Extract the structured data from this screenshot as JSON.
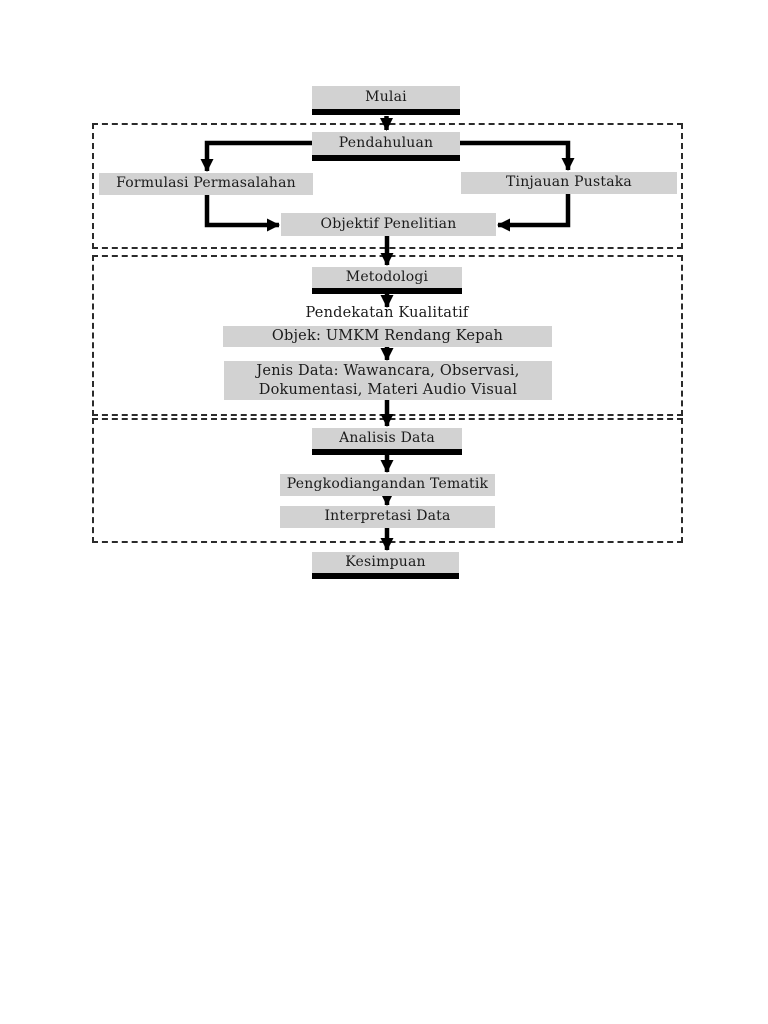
{
  "diagram": {
    "type": "flowchart",
    "language": "Indonesian",
    "nodes": {
      "mulai": {
        "label": "Mulai",
        "kind": "stage"
      },
      "pendahuluan": {
        "label": "Pendahuluan",
        "kind": "stage"
      },
      "formulasi": {
        "label": "Formulasi Permasalahan",
        "kind": "process"
      },
      "tinjauan": {
        "label": "Tinjauan Pustaka",
        "kind": "process"
      },
      "objektif": {
        "label": "Objektif Penelitian",
        "kind": "process"
      },
      "metodologi": {
        "label": "Metodologi",
        "kind": "stage"
      },
      "pendekatan": {
        "label": "Pendekatan Kualitatif",
        "kind": "text"
      },
      "objek": {
        "label": "Objek: UMKM Rendang Kepah",
        "kind": "process"
      },
      "jenis_data": {
        "label": "Jenis Data: Wawancara, Observasi, Dokumentasi, Materi Audio Visual",
        "lines": [
          "Jenis Data: Wawancara, Observasi,",
          "Dokumentasi, Materi Audio Visual"
        ],
        "kind": "process"
      },
      "analisis": {
        "label": "Analisis Data",
        "kind": "stage"
      },
      "pengkodean": {
        "label": "Pengkodiangandan Tematik",
        "kind": "process"
      },
      "interpretasi": {
        "label": "Interpretasi Data",
        "kind": "process"
      },
      "kesimpulan": {
        "label": "Kesimpuan",
        "kind": "stage"
      }
    },
    "edges": [
      {
        "from": "mulai",
        "to": "pendahuluan"
      },
      {
        "from": "pendahuluan",
        "to": "formulasi"
      },
      {
        "from": "pendahuluan",
        "to": "tinjauan"
      },
      {
        "from": "formulasi",
        "to": "objektif"
      },
      {
        "from": "tinjauan",
        "to": "objektif"
      },
      {
        "from": "objektif",
        "to": "metodologi"
      },
      {
        "from": "metodologi",
        "to": "pendekatan"
      },
      {
        "from": "objek",
        "to": "jenis_data"
      },
      {
        "from": "jenis_data",
        "to": "analisis"
      },
      {
        "from": "analisis",
        "to": "pengkodean"
      },
      {
        "from": "pengkodean",
        "to": "interpretasi"
      },
      {
        "from": "interpretasi",
        "to": "kesimpulan"
      }
    ],
    "sections": [
      {
        "contains": [
          "pendahuluan",
          "formulasi",
          "tinjauan",
          "objektif"
        ]
      },
      {
        "contains": [
          "metodologi",
          "pendekatan",
          "objek",
          "jenis_data"
        ]
      },
      {
        "contains": [
          "analisis",
          "pengkodean",
          "interpretasi"
        ]
      }
    ],
    "colors": {
      "background": "#ffffff",
      "node_fill": "#d2d2d2",
      "line": "#000000",
      "text": "#1b1b1b",
      "frame_dash": "#2b2b2b"
    }
  }
}
